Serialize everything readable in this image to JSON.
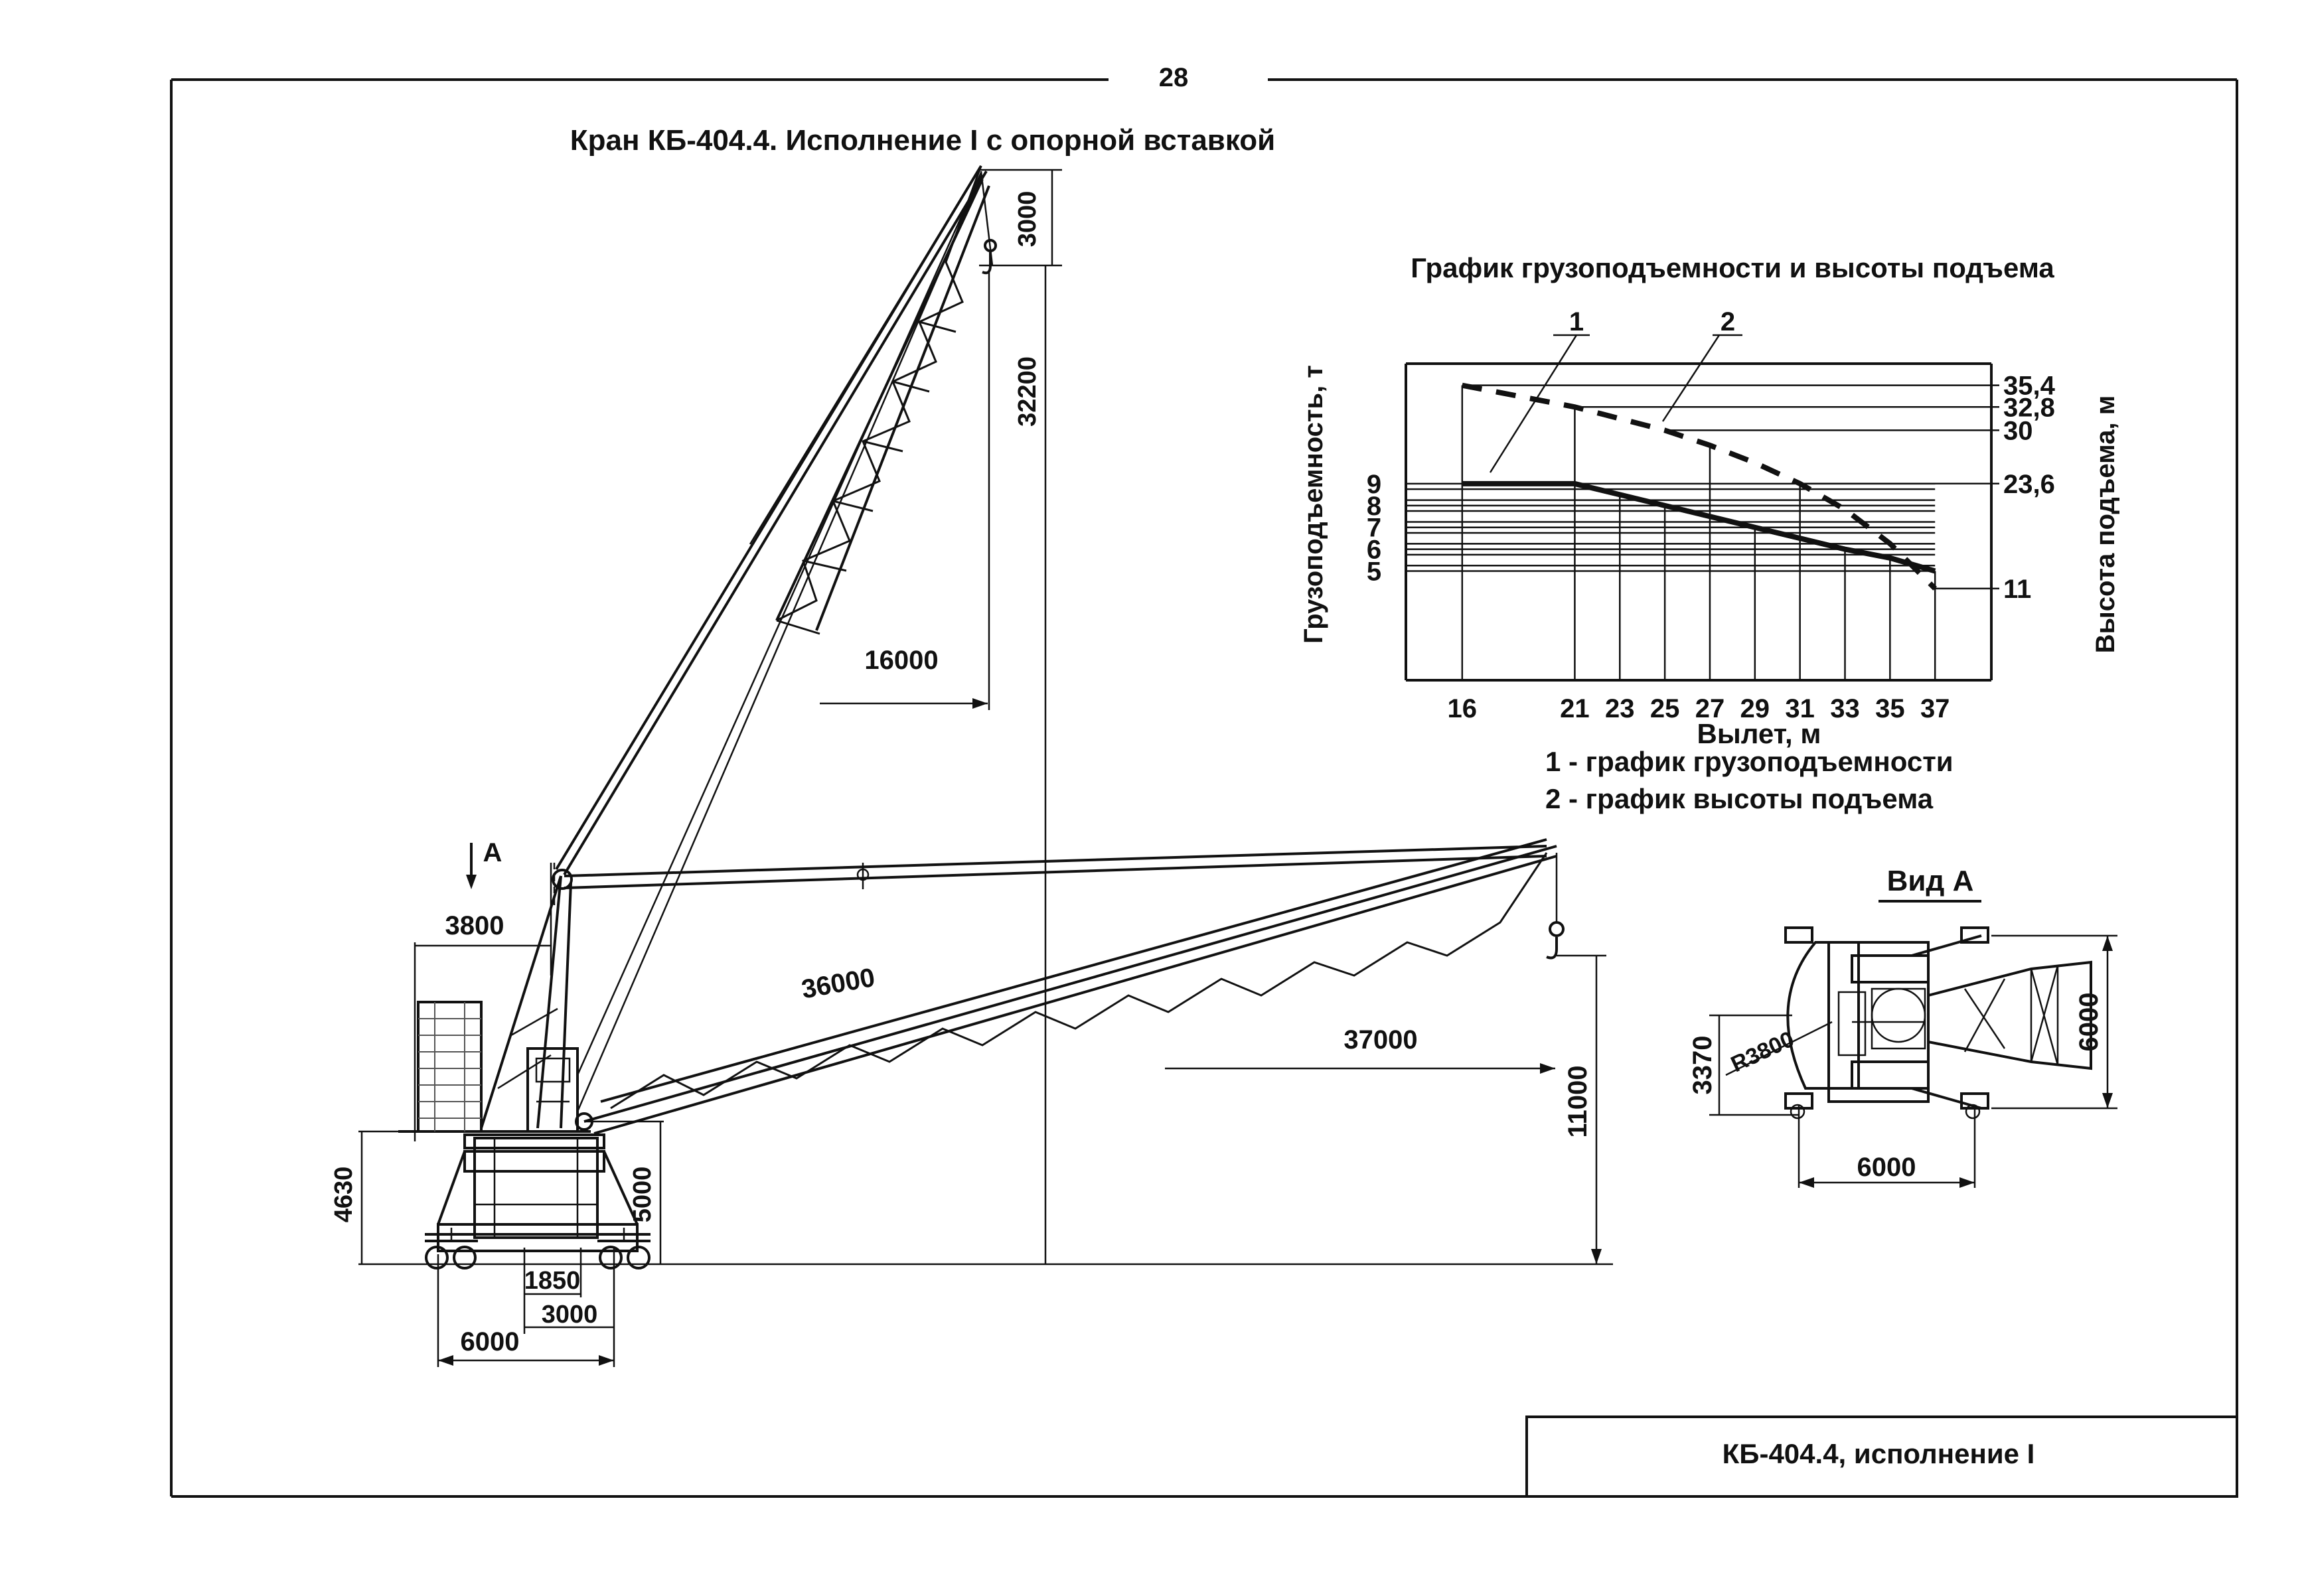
{
  "page_number": "28",
  "title": "Кран КБ-404.4.  Исполнение I с опорной вставкой",
  "footer_label": "КБ-404.4, исполнение I",
  "crane_dimensions": {
    "hook_drop": "3000",
    "hook_height_max": "32200",
    "reach_min": "16000",
    "ballast_radius": "3800",
    "boom_length": "36000",
    "reach_max": "37000",
    "hook_height_min": "11000",
    "portal_height": "4630",
    "pivot_height": "5000",
    "base_a": "1850",
    "base_b": "3000",
    "track_gauge": "6000",
    "view_marker": "А"
  },
  "chart": {
    "title": "График грузоподъемности и высоты подъема",
    "y_left_label": "Грузоподъемность, т",
    "y_right_label": "Высота подъема, м",
    "x_label": "Вылет, м",
    "curve_markers": [
      "1",
      "2"
    ],
    "legend": [
      "1 - график грузоподъемности",
      "2 - график высоты подъема"
    ],
    "left_ticks": [
      "9",
      "8",
      "7",
      "6",
      "5"
    ],
    "right_ticks": [
      "35,4",
      "32,8",
      "30",
      "23,6",
      "11"
    ],
    "x_ticks": [
      "16",
      "21",
      "23",
      "25",
      "27",
      "29",
      "31",
      "33",
      "35",
      "37"
    ]
  },
  "chart_data": {
    "type": "line",
    "title": "График грузоподъемности и высоты подъема",
    "xlabel": "Вылет, м",
    "ylabel": "Грузоподъемность, т",
    "y2label": "Высота подъема, м",
    "x": [
      16,
      21,
      23,
      25,
      27,
      29,
      31,
      33,
      35,
      37
    ],
    "series": [
      {
        "name": "1 - график грузоподъемности",
        "axis": "left",
        "style": "solid",
        "values": [
          9,
          9,
          8.5,
          8,
          7.5,
          7,
          6.5,
          6,
          5.6,
          5
        ]
      },
      {
        "name": "2 - график высоты подъема",
        "axis": "right",
        "style": "dashed",
        "values": [
          35.4,
          32.8,
          31.4,
          30,
          28.2,
          26.1,
          23.6,
          20.5,
          16.4,
          11
        ]
      }
    ],
    "right_tick_values": [
      35.4,
      32.8,
      30,
      23.6,
      11
    ],
    "left_tick_values": [
      9,
      8,
      7,
      6,
      5
    ],
    "grid": true
  },
  "view_a": {
    "title": "Вид А",
    "radius": "R3800",
    "depth": "3370",
    "height": "6000",
    "width": "6000"
  }
}
